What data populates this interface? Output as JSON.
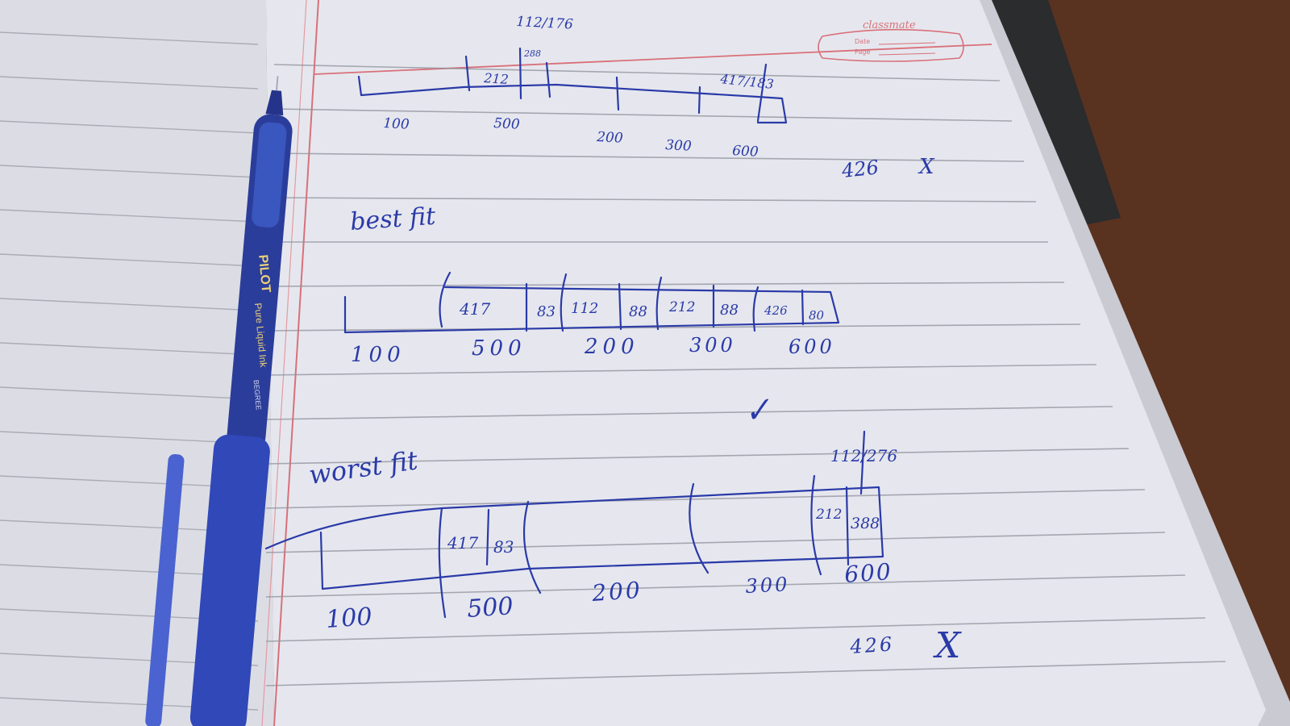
{
  "header_stamp": {
    "brand": "classmate",
    "date_label": "Date",
    "page_label": "Page"
  },
  "pen": {
    "brand": "PILOT",
    "text": "Pure Liquid Ink",
    "side_text": "BEGREE"
  },
  "sections": [
    {
      "heading": "",
      "top_note": "112/176",
      "inner_labels": [
        "212",
        "288",
        "417/183"
      ],
      "partition_labels": [
        "100",
        "500",
        "200",
        "300",
        "600"
      ],
      "result": "426",
      "mark": "X"
    },
    {
      "heading": "best fit",
      "inner_labels": [
        "417",
        "83",
        "112",
        "88",
        "212",
        "88",
        "426",
        "80"
      ],
      "partition_labels": [
        "100",
        "500",
        "200",
        "300",
        "600"
      ],
      "mark": "✓"
    },
    {
      "heading": "worst fit",
      "top_note": "112/276",
      "inner_labels": [
        "417",
        "83",
        "212",
        "388"
      ],
      "partition_labels": [
        "100",
        "500",
        "200",
        "300",
        "600"
      ],
      "result": "426",
      "mark": "X"
    }
  ]
}
